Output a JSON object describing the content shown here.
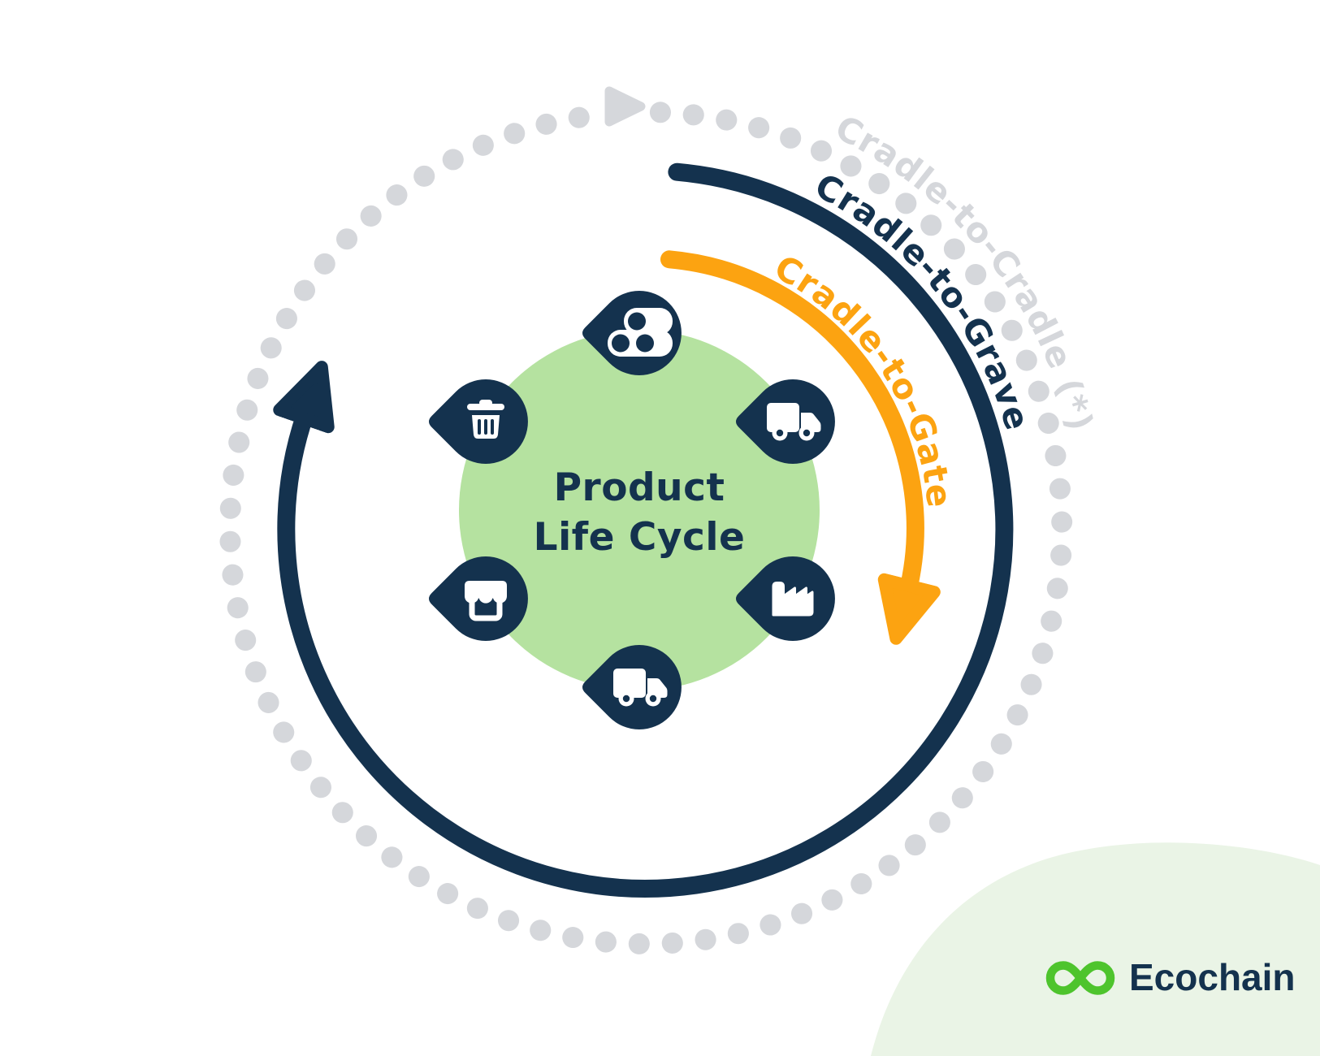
{
  "diagram": {
    "center": {
      "line1": "Product",
      "line2": "Life Cycle"
    },
    "arcs": {
      "cradle_to_cradle": {
        "label": "Cradle-to-Cradle (*)",
        "color": "#D5D7DB",
        "style": "dotted-ring"
      },
      "cradle_to_grave": {
        "label": "Cradle-to-Grave",
        "color": "#14324E",
        "style": "solid-arrow"
      },
      "cradle_to_gate": {
        "label": "Cradle-to-Gate",
        "color": "#FCA311",
        "style": "solid-arrow"
      }
    },
    "stages": [
      {
        "icon": "raw-materials-icon",
        "position": "top"
      },
      {
        "icon": "delivery-truck-icon",
        "position": "upper-right"
      },
      {
        "icon": "factory-icon",
        "position": "lower-right"
      },
      {
        "icon": "delivery-truck-icon",
        "position": "bottom"
      },
      {
        "icon": "storefront-icon",
        "position": "lower-left"
      },
      {
        "icon": "trash-bin-icon",
        "position": "upper-left"
      }
    ],
    "colors": {
      "navy": "#14324E",
      "orange": "#FCA311",
      "green_circle": "#B5E2A0",
      "gray_dots": "#D5D7DB",
      "corner_blob": "#EAF4E6",
      "logo_green": "#4EC42D",
      "icon_white": "#FFFFFF"
    }
  },
  "branding": {
    "logo_text": "Ecochain",
    "logo_icon": "infinity-chain-icon"
  }
}
